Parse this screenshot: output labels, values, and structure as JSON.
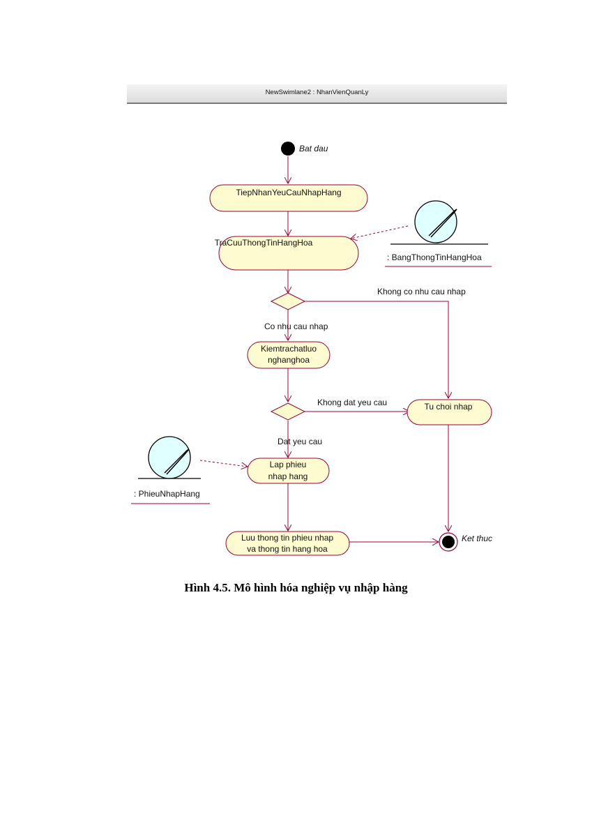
{
  "swimlane": {
    "title": "NewSwimlane2 : NhanVienQuanLy"
  },
  "nodes": {
    "start": "Bat dau",
    "end": "Ket thuc",
    "tiep_nhan": "TiepNhanYeuCauNhapHang",
    "tra_cuu": "TraCuuThongTinHangHoa",
    "kiem_tra_line1": "Kiemtrachatluo",
    "kiem_tra_line2": "nghanghoa",
    "tu_choi": "Tu choi nhap",
    "lap_phieu_line1": "Lap phieu",
    "lap_phieu_line2": "nhap hang",
    "luu_line1": "Luu thong tin phieu nhap",
    "luu_line2": "va thong tin hang hoa"
  },
  "objects": {
    "bang_thong_tin": ": BangThongTinHangHoa",
    "phieu_nhap": ": PhieuNhapHang"
  },
  "guards": {
    "co_nhu_cau": "Co nhu cau nhap",
    "khong_co_nhu_cau": "Khong co nhu cau nhap",
    "dat_yeu_cau": "Dat yeu cau",
    "khong_dat_yeu_cau": "Khong dat yeu cau"
  },
  "caption": "Hình 4.5. Mô hình hóa nghiệp vụ nhập hàng",
  "colors": {
    "activity_fill": "#fffbd0",
    "activity_stroke": "#990033",
    "entity_fill": "#e0ffff",
    "flow": "#990033"
  }
}
